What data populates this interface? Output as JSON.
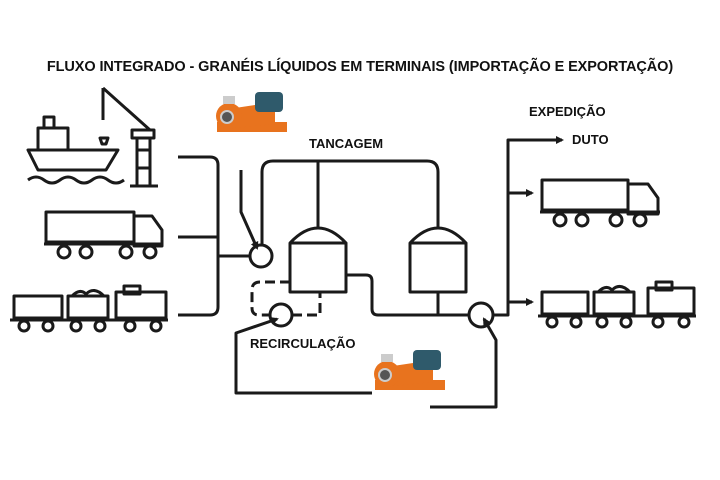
{
  "title": "FLUXO INTEGRADO - GRANÉIS LÍQUIDOS EM TERMINAIS (IMPORTAÇÃO E EXPORTAÇÃO)",
  "labels": {
    "storage": "TANCAGEM",
    "recirculation": "RECIRCULAÇÃO",
    "dispatch": "EXPEDIÇÃO",
    "pipeline": "DUTO"
  },
  "icons": {
    "inputs": [
      "ship-crane-icon",
      "truck-icon",
      "train-icon"
    ],
    "outputs": [
      "truck-icon",
      "train-icon"
    ],
    "pumps": [
      "centrifugal-pump",
      "centrifugal-pump"
    ]
  },
  "colors": {
    "line": "#1a1a1a",
    "pump_body": "#e8731e",
    "motor": "#2f5a6b"
  }
}
